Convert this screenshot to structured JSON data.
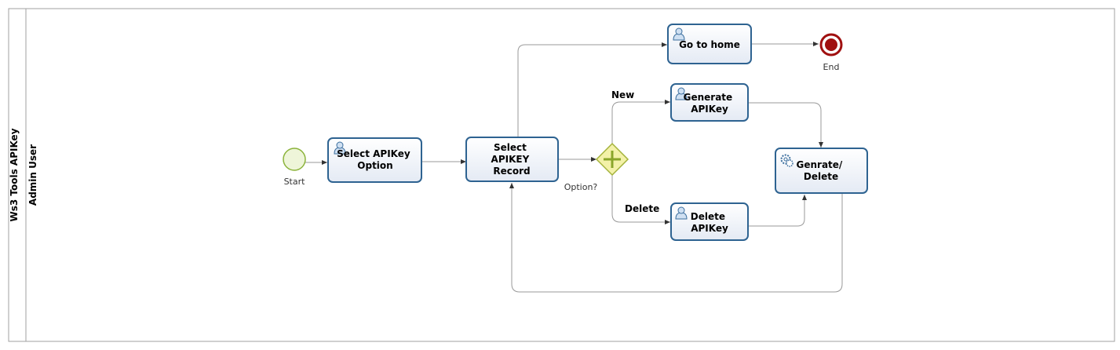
{
  "pool": {
    "label": "Ws3 Tools APIKey"
  },
  "lane": {
    "label": "Admin User"
  },
  "events": {
    "start": {
      "label": "Start"
    },
    "end": {
      "label": "End"
    }
  },
  "tasks": {
    "select_option": {
      "lines": [
        "Select APIKey",
        "Option"
      ],
      "type": "user"
    },
    "select_record": {
      "lines": [
        "Select",
        "APIKEY",
        "Record"
      ],
      "type": "none"
    },
    "go_home": {
      "lines": [
        "Go to home"
      ],
      "type": "user"
    },
    "generate": {
      "lines": [
        "Generate",
        "APIKey"
      ],
      "type": "user"
    },
    "delete": {
      "lines": [
        "Delete",
        "APIKey"
      ],
      "type": "user"
    },
    "genrate_delete": {
      "lines": [
        "Genrate/",
        "Delete"
      ],
      "type": "service"
    }
  },
  "gateway": {
    "label": "Option?",
    "type": "parallel"
  },
  "flows": {
    "new_label": "New",
    "delete_label": "Delete"
  },
  "colors": {
    "task_border": "#2e6391",
    "start_fill": "#eef5d9",
    "start_stroke": "#8bb33a",
    "end_stroke": "#a01010",
    "gateway_fill": "#f3f1a8",
    "gateway_stroke": "#a3b23a"
  }
}
